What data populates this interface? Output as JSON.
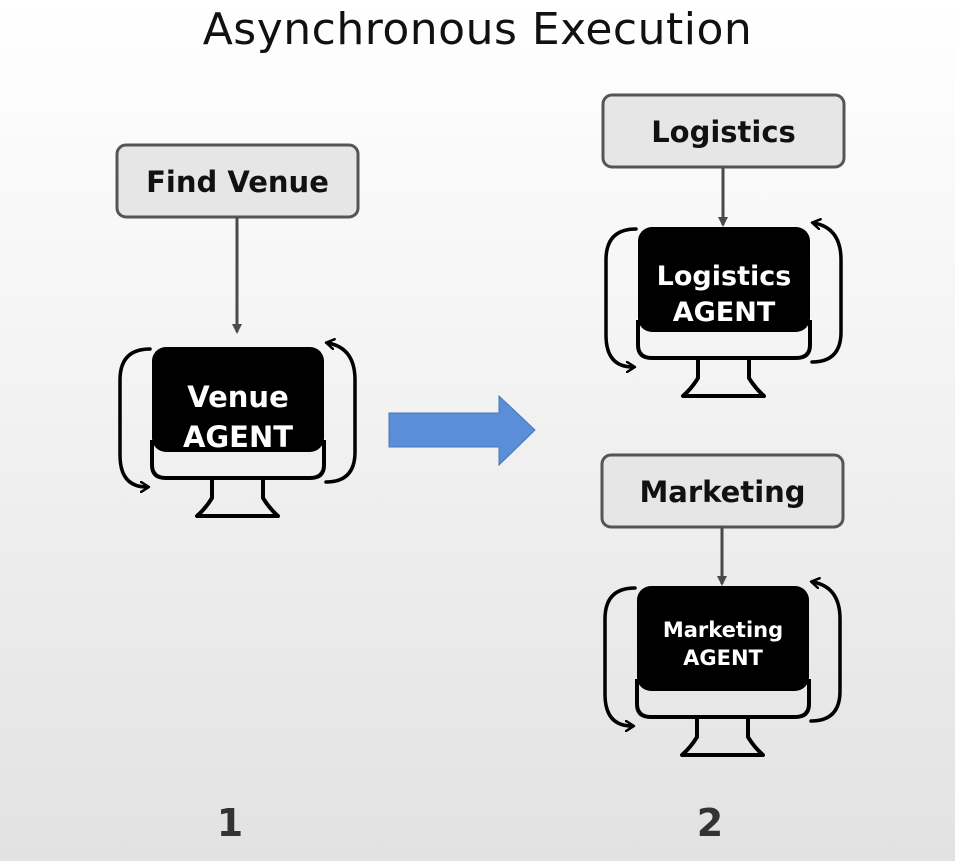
{
  "title": "Asynchronous Execution",
  "stages": [
    {
      "number": "1",
      "tasks": [
        {
          "task_label": "Find Venue",
          "agent_line1": "Venue",
          "agent_line2": "AGENT"
        }
      ]
    },
    {
      "number": "2",
      "tasks": [
        {
          "task_label": "Logistics",
          "agent_line1": "Logistics",
          "agent_line2": "AGENT"
        },
        {
          "task_label": "Marketing",
          "agent_line1": "Marketing",
          "agent_line2": "AGENT"
        }
      ]
    }
  ],
  "colors": {
    "transition_arrow": "#5b8ed9",
    "task_box_fill": "#e6e6e6",
    "task_box_border": "#555555",
    "agent_screen": "#000000"
  },
  "icons": {
    "agent": "monitor-icon",
    "loop": "cycle-arrows-icon",
    "transition": "right-arrow-icon"
  }
}
